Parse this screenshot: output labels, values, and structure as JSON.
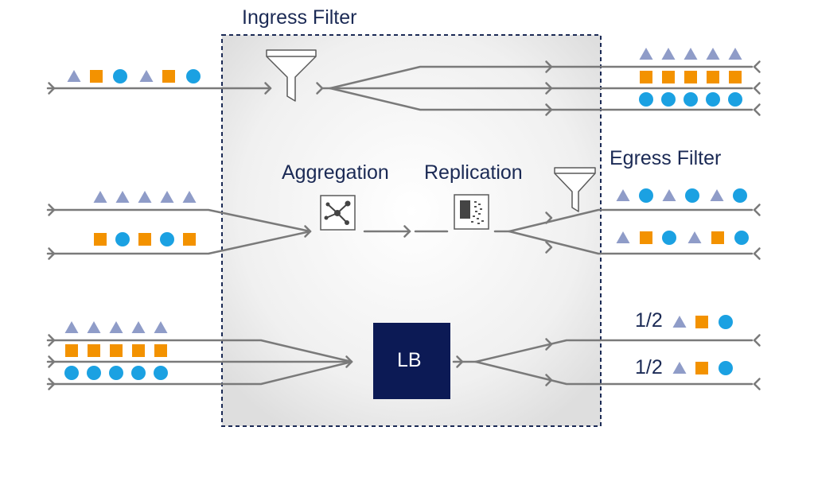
{
  "labels": {
    "ingress_filter": "Ingress Filter",
    "egress_filter": "Egress Filter",
    "aggregation": "Aggregation",
    "replication": "Replication",
    "load_balancer": "LB",
    "half_share_top": "1/2",
    "half_share_bottom": "1/2"
  },
  "colors": {
    "triangle": "#8f9cc8",
    "square": "#f39200",
    "circle": "#1ba1e2",
    "line": "#7a7a7a",
    "text": "#1b2a55",
    "lb_box": "#0c1a55",
    "box_border": "#1b2a55"
  },
  "packets": {
    "ingress_input": [
      "triangle",
      "square",
      "circle",
      "triangle",
      "square",
      "circle"
    ],
    "ingress_out_triangles": [
      "triangle",
      "triangle",
      "triangle",
      "triangle",
      "triangle"
    ],
    "ingress_out_squares": [
      "square",
      "square",
      "square",
      "square",
      "square"
    ],
    "ingress_out_circles": [
      "circle",
      "circle",
      "circle",
      "circle",
      "circle"
    ],
    "agg_in_triangles": [
      "triangle",
      "triangle",
      "triangle",
      "triangle",
      "triangle"
    ],
    "agg_in_mixed": [
      "square",
      "circle",
      "square",
      "circle",
      "square"
    ],
    "egress_out_1": [
      "triangle",
      "circle",
      "triangle",
      "circle",
      "triangle",
      "circle"
    ],
    "egress_out_2": [
      "triangle",
      "square",
      "circle",
      "triangle",
      "square",
      "circle"
    ],
    "lb_in_triangles": [
      "triangle",
      "triangle",
      "triangle",
      "triangle",
      "triangle"
    ],
    "lb_in_squares": [
      "square",
      "square",
      "square",
      "square",
      "square"
    ],
    "lb_in_circles": [
      "circle",
      "circle",
      "circle",
      "circle",
      "circle"
    ],
    "lb_out_1": [
      "triangle",
      "square",
      "circle"
    ],
    "lb_out_2": [
      "triangle",
      "square",
      "circle"
    ]
  }
}
